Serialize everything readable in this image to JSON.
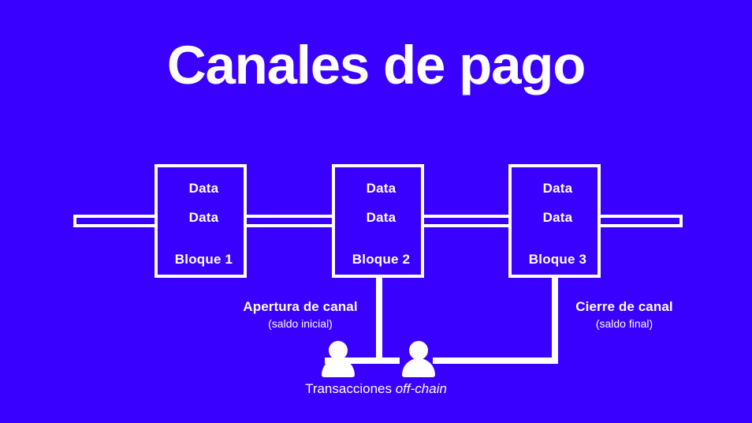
{
  "slide": {
    "title": "Canales de pago",
    "background_color": "#3a00ff",
    "foreground_color": "#ffffff"
  },
  "blocks": [
    {
      "data_1": "Data",
      "data_2": "Data",
      "label": "Bloque 1"
    },
    {
      "data_1": "Data",
      "data_2": "Data",
      "label": "Bloque 2"
    },
    {
      "data_1": "Data",
      "data_2": "Data",
      "label": "Bloque 3"
    }
  ],
  "captions": {
    "open_channel": {
      "main": "Apertura de canal",
      "sub": "(saldo inicial)"
    },
    "close_channel": {
      "main": "Cierre de canal",
      "sub": "(saldo final)"
    },
    "offchain": {
      "prefix": "Transacciones ",
      "emphasis": "off-chain"
    }
  },
  "icons": {
    "person_left": "person-icon",
    "person_right": "person-icon"
  }
}
